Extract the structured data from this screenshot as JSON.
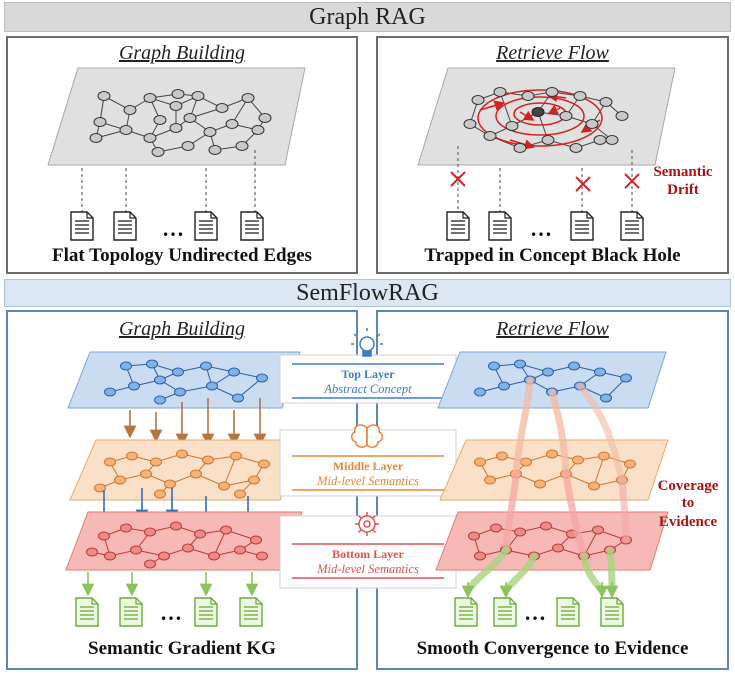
{
  "header": {
    "graph_rag": "Graph RAG",
    "semflowrag": "SemFlowRAG"
  },
  "graph_rag": {
    "left": {
      "title": "Graph Building",
      "caption": "Flat Topology Undirected Edges"
    },
    "right": {
      "title": "Retrieve Flow",
      "caption": "Trapped in Concept Black Hole",
      "note_line1": "Semantic",
      "note_line2": "Drift"
    }
  },
  "semflowrag": {
    "left": {
      "title": "Graph Building",
      "caption": "Semantic Gradient KG"
    },
    "right": {
      "title": "Retrieve Flow",
      "caption": "Smooth Convergence to Evidence",
      "note_line1": "Coverage",
      "note_line2": "to",
      "note_line3": "Evidence"
    },
    "layers": [
      {
        "name": "Top Layer",
        "desc": "Abstract Concept",
        "color": "#3d7cc9",
        "icon": "lightbulb-icon"
      },
      {
        "name": "Middle Layer",
        "desc": "Mid-level Semantics",
        "color": "#e8863a",
        "icon": "brain-icon"
      },
      {
        "name": "Bottom Layer",
        "desc": "Mid-level Semantics",
        "color": "#e0524f",
        "icon": "gear-icon"
      }
    ]
  },
  "ellipsis": "…"
}
